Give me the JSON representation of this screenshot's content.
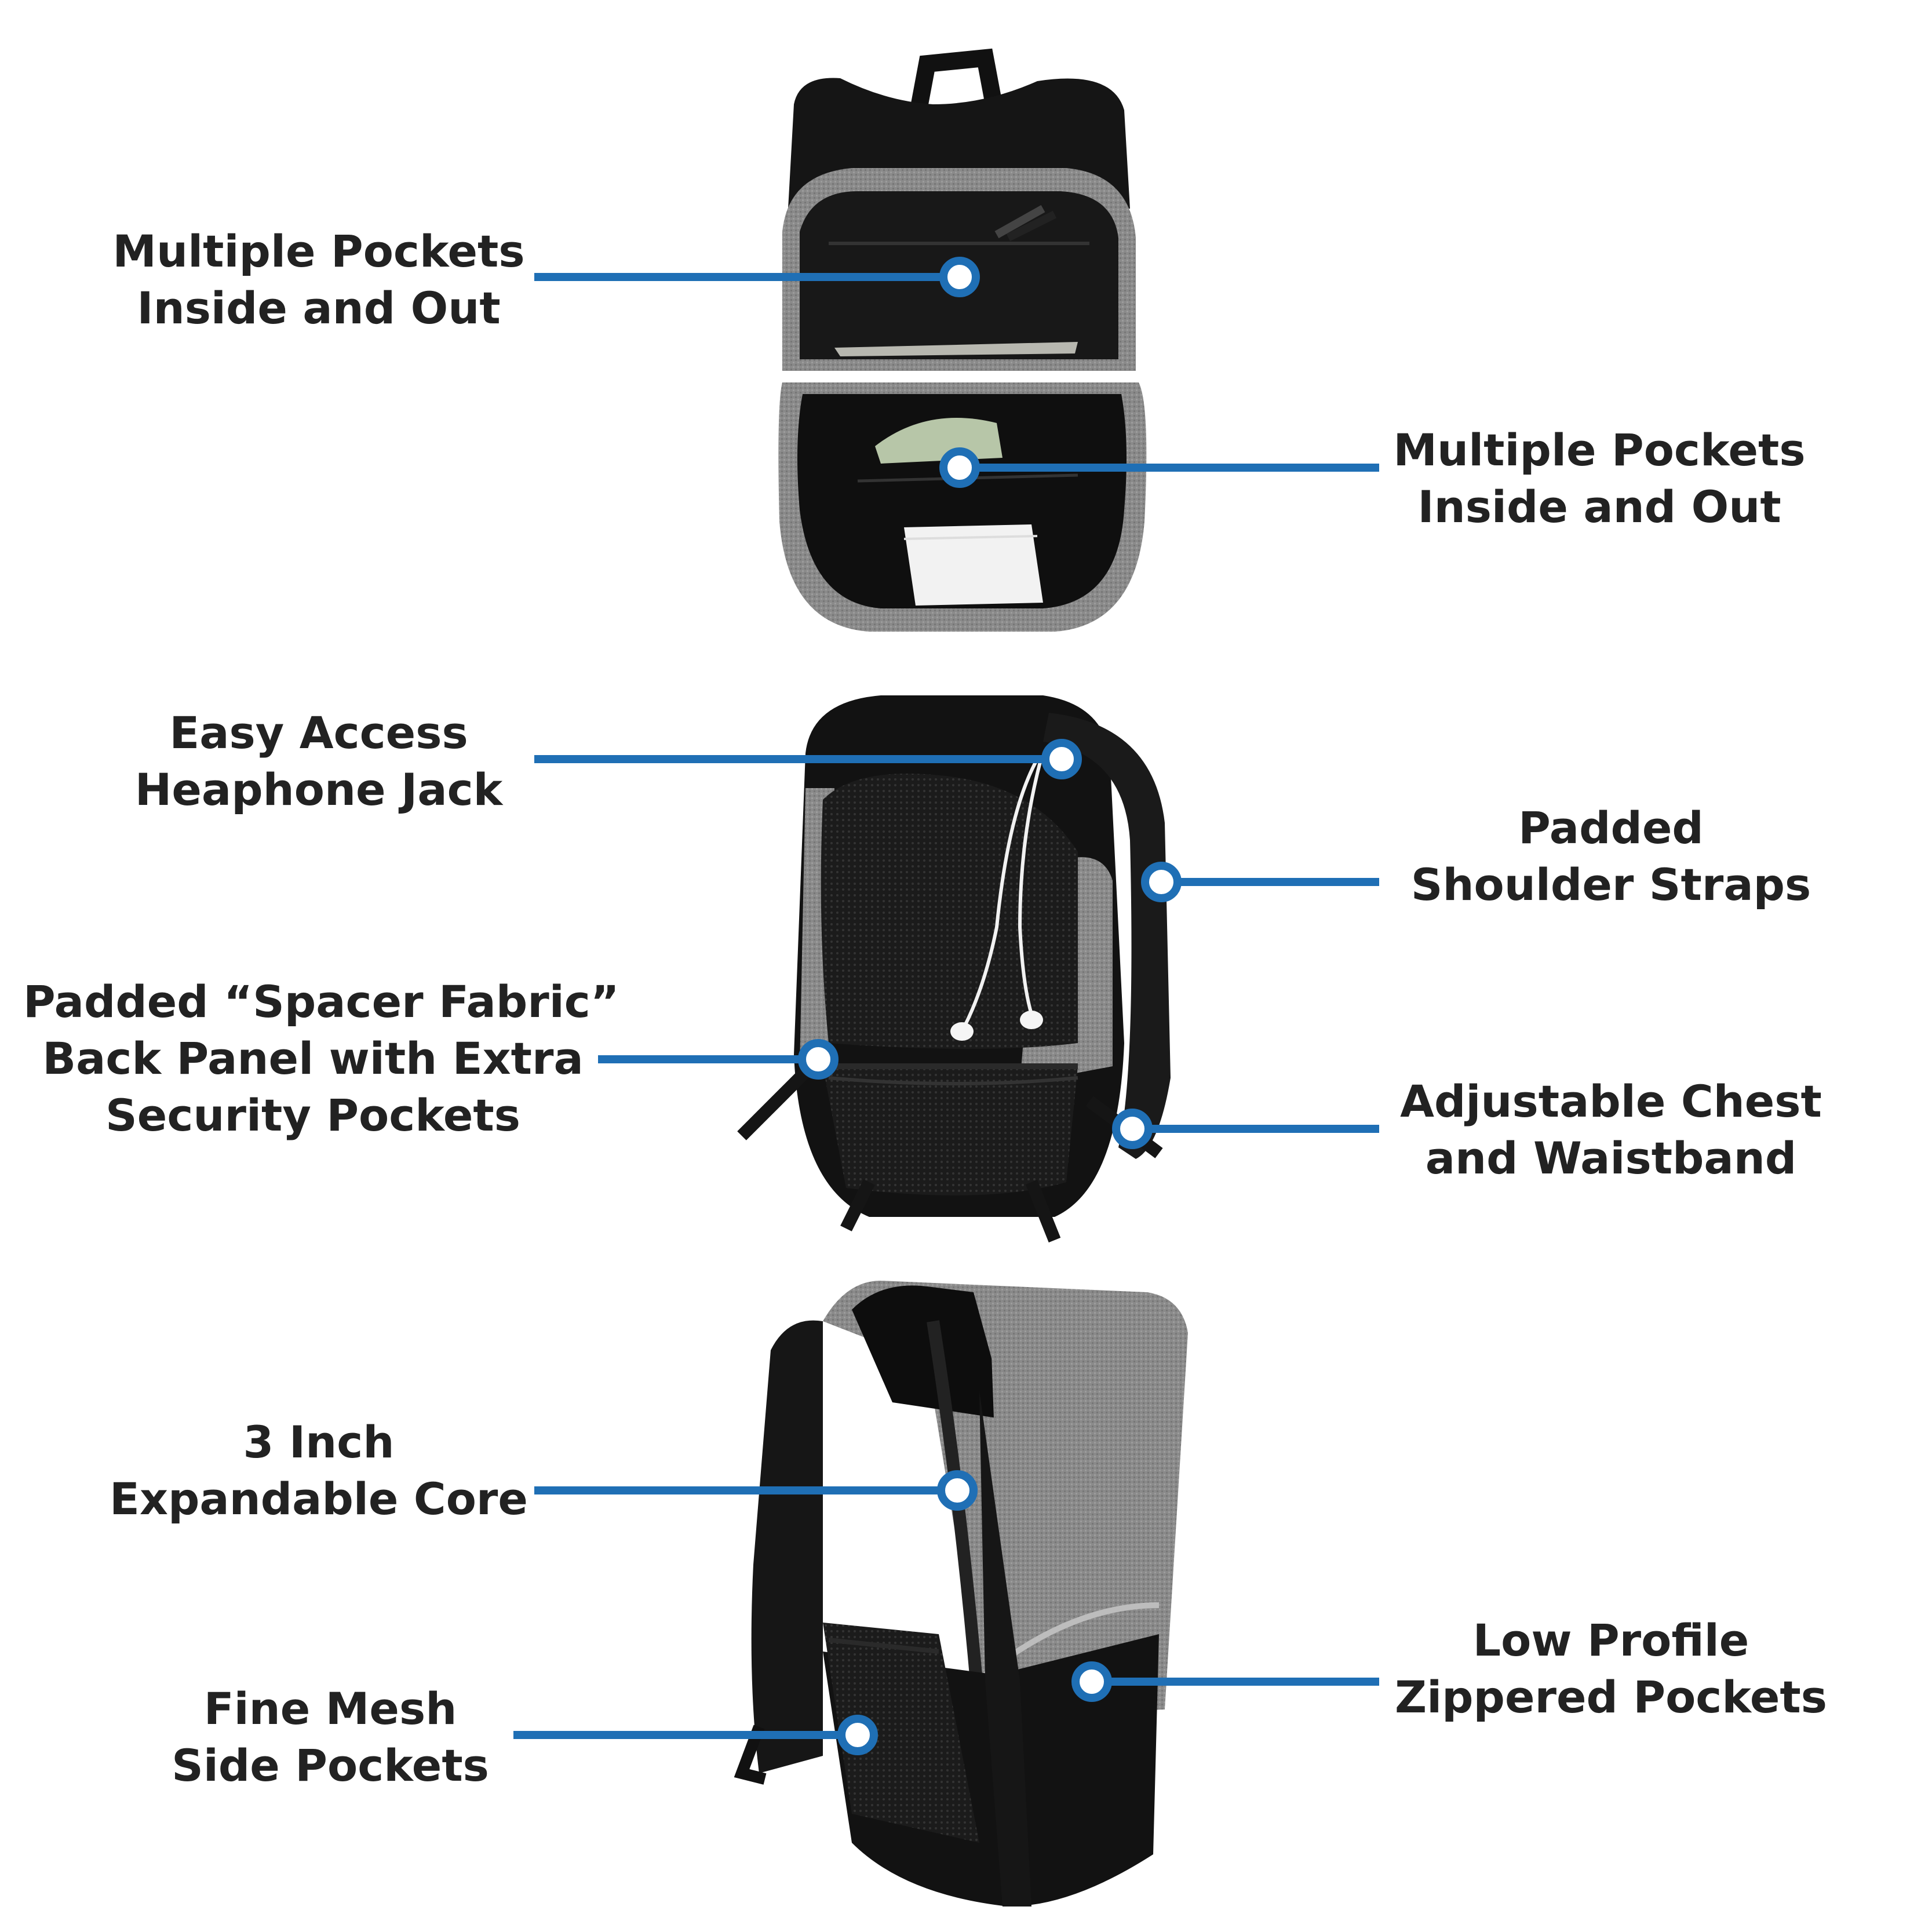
{
  "accent_color": "#1f6fb5",
  "text_color": "#222222",
  "callouts": [
    {
      "id": "multiple-pockets-left",
      "lines": [
        "Multiple Pockets",
        "Inside and Out"
      ]
    },
    {
      "id": "multiple-pockets-right",
      "lines": [
        "Multiple Pockets",
        "Inside and Out"
      ]
    },
    {
      "id": "headphone-jack",
      "lines": [
        "Easy Access",
        "Heaphone Jack"
      ]
    },
    {
      "id": "shoulder-straps",
      "lines": [
        "Padded",
        "Shoulder Straps"
      ]
    },
    {
      "id": "back-panel",
      "lines": [
        "Padded “Spacer Fabric”",
        "Back Panel with Extra",
        "Security Pockets"
      ]
    },
    {
      "id": "chest-waistband",
      "lines": [
        "Adjustable Chest",
        "and Waistband"
      ]
    },
    {
      "id": "expandable-core",
      "lines": [
        "3 Inch",
        "Expandable Core"
      ]
    },
    {
      "id": "mesh-side-pockets",
      "lines": [
        "Fine Mesh",
        "Side Pockets"
      ]
    },
    {
      "id": "zippered-pockets",
      "lines": [
        "Low Profile",
        "Zippered Pockets"
      ]
    }
  ],
  "photos": [
    {
      "name": "backpack-open-interior-photo"
    },
    {
      "name": "backpack-back-panel-photo"
    },
    {
      "name": "backpack-side-view-photo"
    }
  ]
}
